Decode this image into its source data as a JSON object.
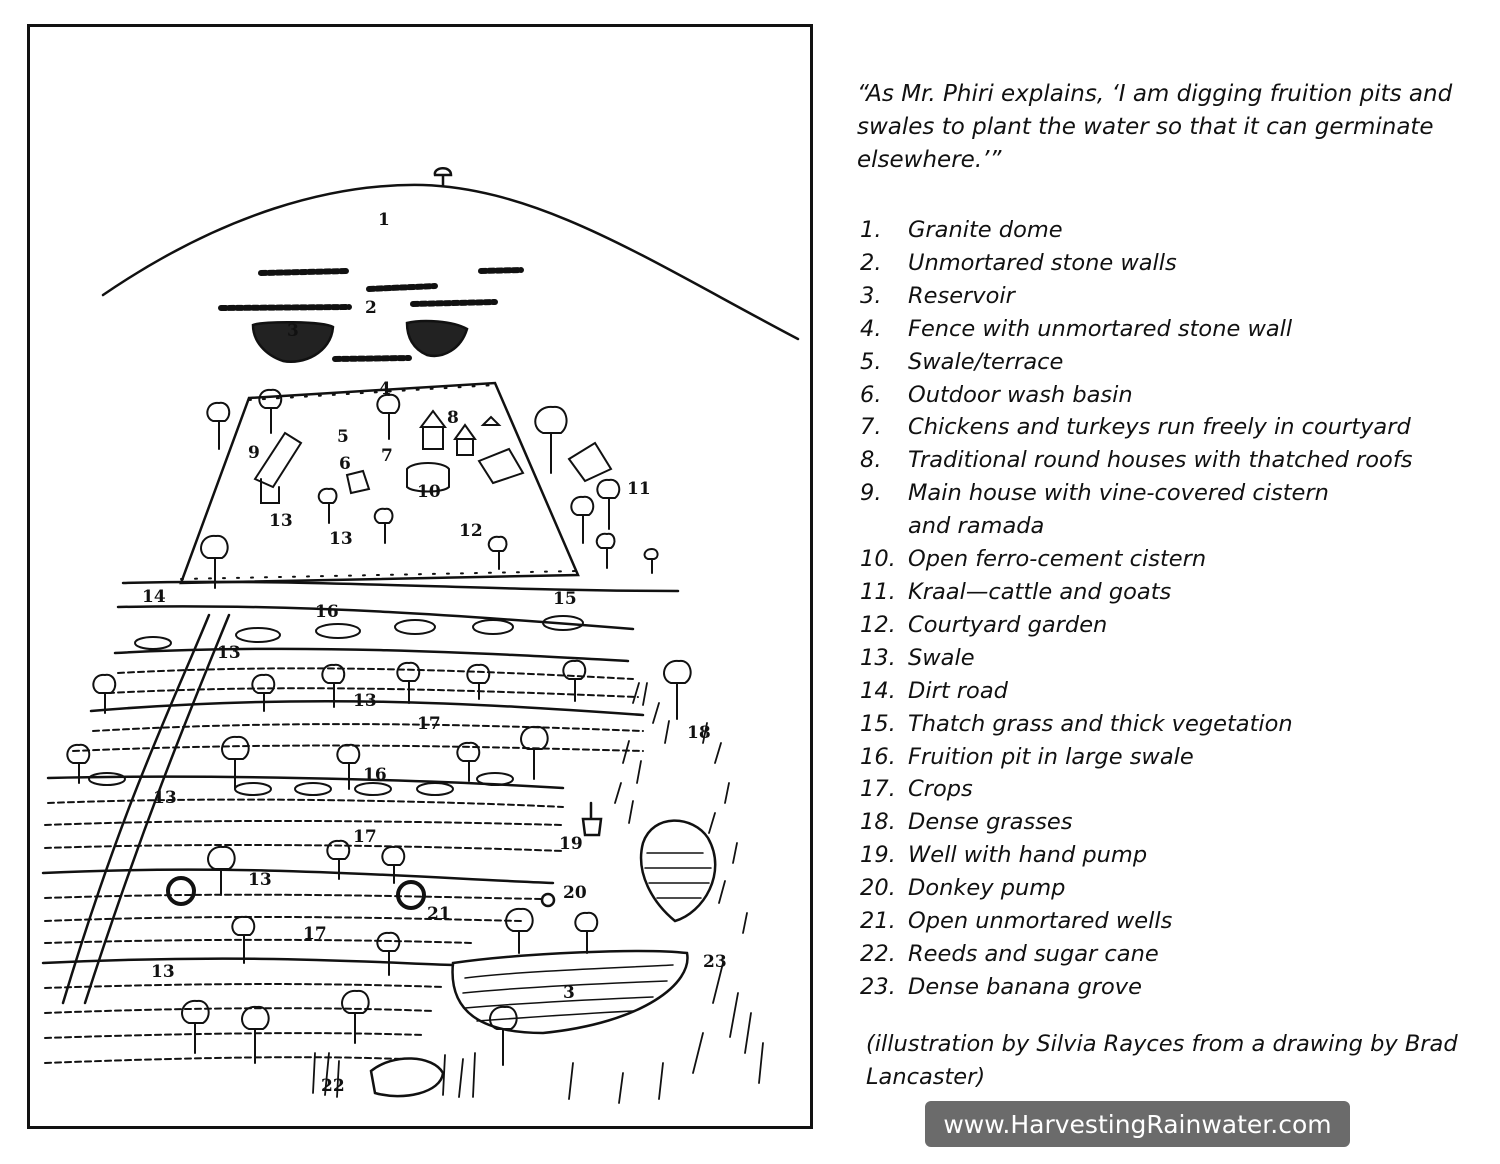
{
  "quote": "“As Mr. Phiri explains, ‘I am digging fruition pits and swales to plant the water so that it can germinate elsewhere.’”",
  "legend": [
    {
      "num": "1.",
      "label": "Granite dome"
    },
    {
      "num": "2.",
      "label": "Unmortared stone walls"
    },
    {
      "num": "3.",
      "label": "Reservoir"
    },
    {
      "num": "4.",
      "label": "Fence with unmortared stone wall"
    },
    {
      "num": "5.",
      "label": "Swale/terrace"
    },
    {
      "num": "6.",
      "label": "Outdoor wash basin"
    },
    {
      "num": "7.",
      "label": "Chickens and turkeys run freely in courtyard"
    },
    {
      "num": "8.",
      "label": "Traditional round houses with thatched roofs"
    },
    {
      "num": "9.",
      "label": "Main house with vine-covered cistern"
    },
    {
      "num": "",
      "label": "and ramada"
    },
    {
      "num": "10.",
      "label": "Open ferro-cement cistern"
    },
    {
      "num": "11.",
      "label": "Kraal—cattle and goats"
    },
    {
      "num": "12.",
      "label": "Courtyard garden"
    },
    {
      "num": "13.",
      "label": "Swale"
    },
    {
      "num": "14.",
      "label": "Dirt road"
    },
    {
      "num": "15.",
      "label": "Thatch grass and thick vegetation"
    },
    {
      "num": "16.",
      "label": "Fruition pit in large swale"
    },
    {
      "num": "17.",
      "label": "Crops"
    },
    {
      "num": "18.",
      "label": "Dense grasses"
    },
    {
      "num": "19.",
      "label": "Well with hand pump"
    },
    {
      "num": "20.",
      "label": "Donkey pump"
    },
    {
      "num": "21.",
      "label": "Open unmortared wells"
    },
    {
      "num": "22.",
      "label": "Reeds and sugar cane"
    },
    {
      "num": "23.",
      "label": "Dense banana grove"
    }
  ],
  "credit": "(illustration by Silvia Rayces from a drawing by Brad Lancaster)",
  "website": "www.HarvestingRainwater.com",
  "diagram_labels": {
    "n1": "1",
    "n2": "2",
    "n3a": "3",
    "n3b": "3",
    "n4": "4",
    "n5": "5",
    "n6": "6",
    "n7": "7",
    "n8": "8",
    "n9": "9",
    "n10": "10",
    "n11": "11",
    "n12": "12",
    "n13a": "13",
    "n13b": "13",
    "n13c": "13",
    "n13d": "13",
    "n13e": "13",
    "n13f": "13",
    "n13g": "13",
    "n14": "14",
    "n15": "15",
    "n16a": "16",
    "n16b": "16",
    "n17a": "17",
    "n17b": "17",
    "n17c": "17",
    "n18": "18",
    "n19": "19",
    "n20": "20",
    "n21": "21",
    "n22": "22",
    "n23": "23"
  },
  "colors": {
    "ink": "#111111",
    "badge_bg": "#6b6b6b",
    "badge_text": "#ffffff"
  }
}
